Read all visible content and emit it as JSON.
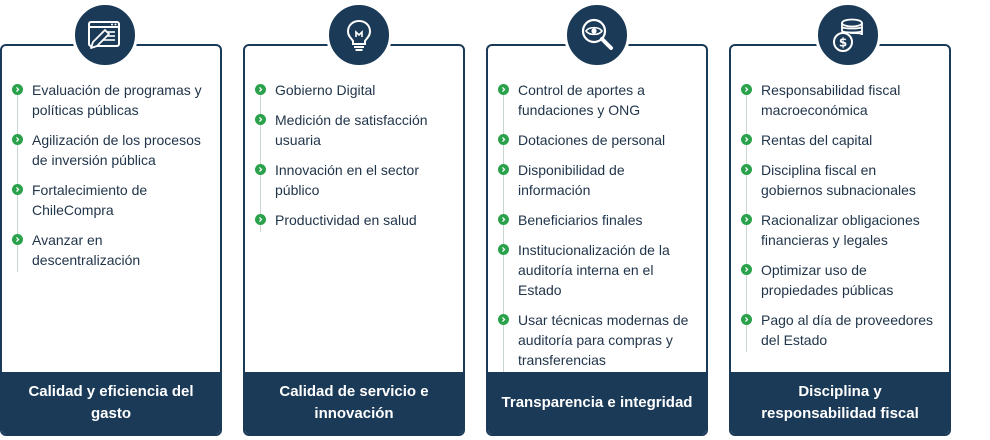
{
  "colors": {
    "navy": "#1b3a57",
    "green_bullet": "#2aa14b",
    "text": "#1f3349"
  },
  "cards": [
    {
      "icon": "browser-pencil-icon",
      "title": "Calidad y eficiencia del gasto",
      "items": [
        "Evaluación de programas y políticas públicas",
        "Agilización de los procesos de inversión pública",
        "Fortalecimiento de ChileCompra",
        "Avanzar en descentralización"
      ]
    },
    {
      "icon": "lightbulb-icon",
      "title": "Calidad de servicio e innovación",
      "items": [
        "Gobierno Digital",
        "Medición de satisfacción usuaria",
        "Innovación en el sector público",
        "Productividad en salud"
      ]
    },
    {
      "icon": "magnifier-eye-icon",
      "title": "Transparencia e integridad",
      "items": [
        "Control de aportes a fundaciones y ONG",
        "Dotaciones de personal",
        "Disponibilidad de información",
        "Beneficiarios finales",
        "Institucionalización de la auditoría interna en el Estado",
        "Usar técnicas modernas de auditoría para compras y transferencias"
      ]
    },
    {
      "icon": "coins-dollar-icon",
      "title": "Disciplina y responsabilidad fiscal",
      "items": [
        "Responsabilidad fiscal macroeconómica",
        "Rentas del capital",
        "Disciplina fiscal en gobiernos subnacionales",
        "Racionalizar obligaciones financieras y legales",
        "Optimizar uso de propiedades públicas",
        "Pago al día de proveedores del Estado"
      ]
    }
  ]
}
